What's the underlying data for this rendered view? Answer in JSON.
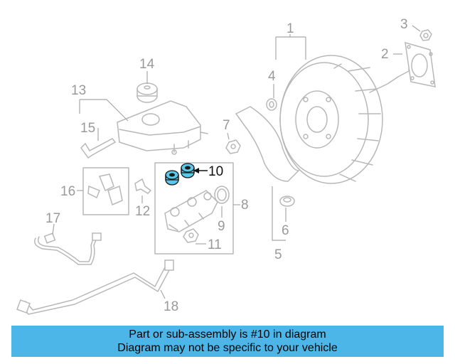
{
  "diagram": {
    "callouts": [
      "1",
      "2",
      "3",
      "4",
      "5",
      "6",
      "7",
      "8",
      "9",
      "10",
      "11",
      "12",
      "13",
      "14",
      "15",
      "16",
      "17",
      "18"
    ],
    "highlighted_callout": "10",
    "highlight_color": "#5bc7ea"
  },
  "banner": {
    "line1": "Part or sub-assembly is #10 in diagram",
    "line2": "Diagram may not be specific to your vehicle",
    "background": "#4db6e8"
  }
}
